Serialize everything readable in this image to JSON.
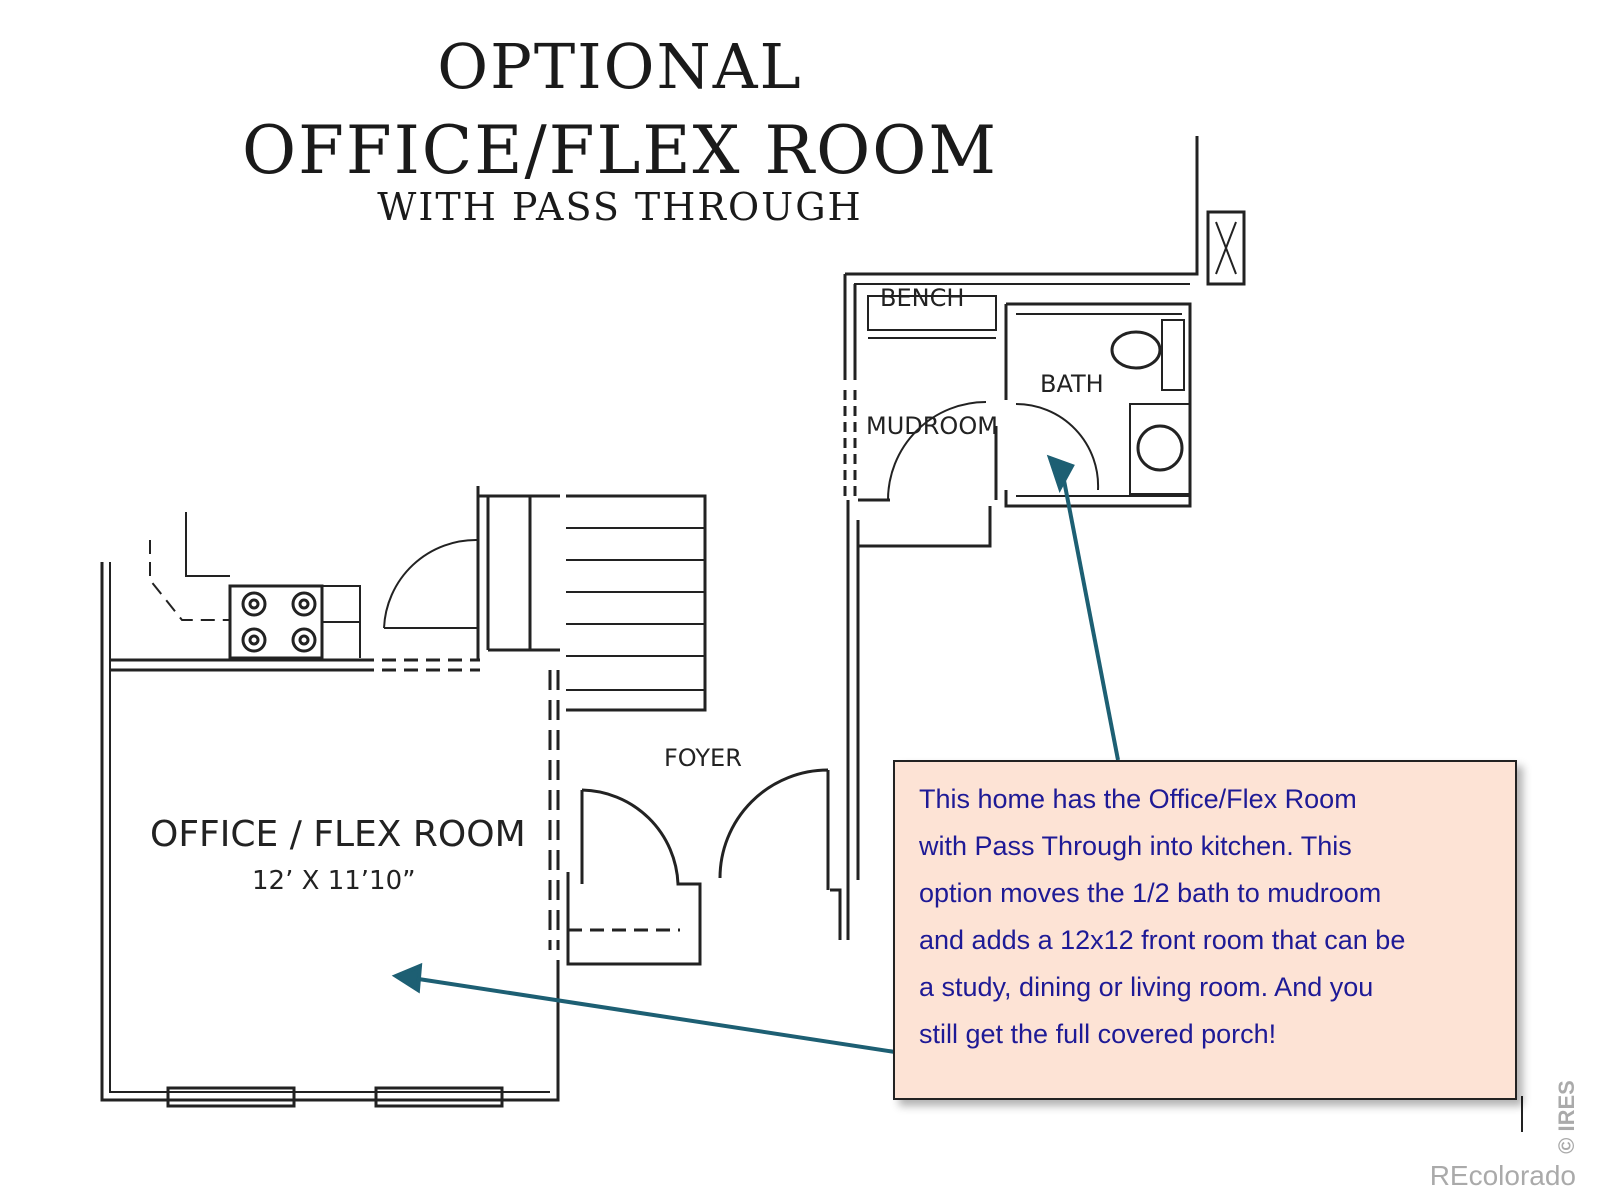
{
  "title": {
    "line1": "OPTIONAL",
    "line2": "OFFICE/FLEX ROOM",
    "line3": "WITH PASS THROUGH"
  },
  "rooms": {
    "bench": "BENCH",
    "bath": "BATH",
    "mudroom": "MUDROOM",
    "foyer": "FOYER",
    "office": "OFFICE / FLEX ROOM",
    "office_dims": "12’ X 11’10”"
  },
  "callout": {
    "lines": [
      "This home has the Office/Flex Room",
      "with Pass Through into kitchen. This",
      "option moves the 1/2 bath to mudroom",
      "and adds a 12x12 front room that can be",
      "a study, dining or living room. And you",
      "still get the full covered porch!"
    ]
  },
  "watermark": {
    "brand": "REcolorado",
    "copyright": "© IRES"
  },
  "colors": {
    "arrow": "#1d5f73",
    "callout_bg": "#fde3d5",
    "callout_text": "#1e1a96"
  }
}
